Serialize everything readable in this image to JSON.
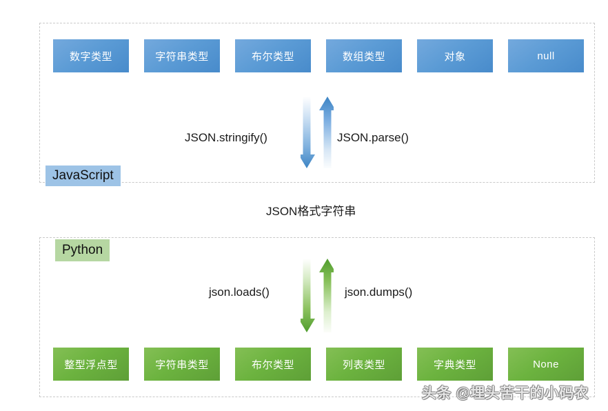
{
  "diagram": {
    "middle_label": "JSON格式字符串",
    "watermark": "头条 @埋头苦干的小码农",
    "colors": {
      "blue_box": "#5b9bd5",
      "green_box": "#6cb33f",
      "js_tag_bg": "#9dc3e6",
      "py_tag_bg": "#b6d7a2",
      "panel_border": "#c9c9c9",
      "text": "#1a1a1a"
    },
    "javascript_panel": {
      "tag_label": "JavaScript",
      "types": [
        {
          "label": "数字类型"
        },
        {
          "label": "字符串类型"
        },
        {
          "label": "布尔类型"
        },
        {
          "label": "数组类型"
        },
        {
          "label": "对象"
        },
        {
          "label": "null"
        }
      ],
      "arrows": {
        "down_label": "JSON.stringify()",
        "up_label": "JSON.parse()"
      }
    },
    "python_panel": {
      "tag_label": "Python",
      "types": [
        {
          "label": "整型浮点型"
        },
        {
          "label": "字符串类型"
        },
        {
          "label": "布尔类型"
        },
        {
          "label": "列表类型"
        },
        {
          "label": "字典类型"
        },
        {
          "label": "None"
        }
      ],
      "arrows": {
        "down_label": "json.loads()",
        "up_label": "json.dumps()"
      }
    }
  }
}
